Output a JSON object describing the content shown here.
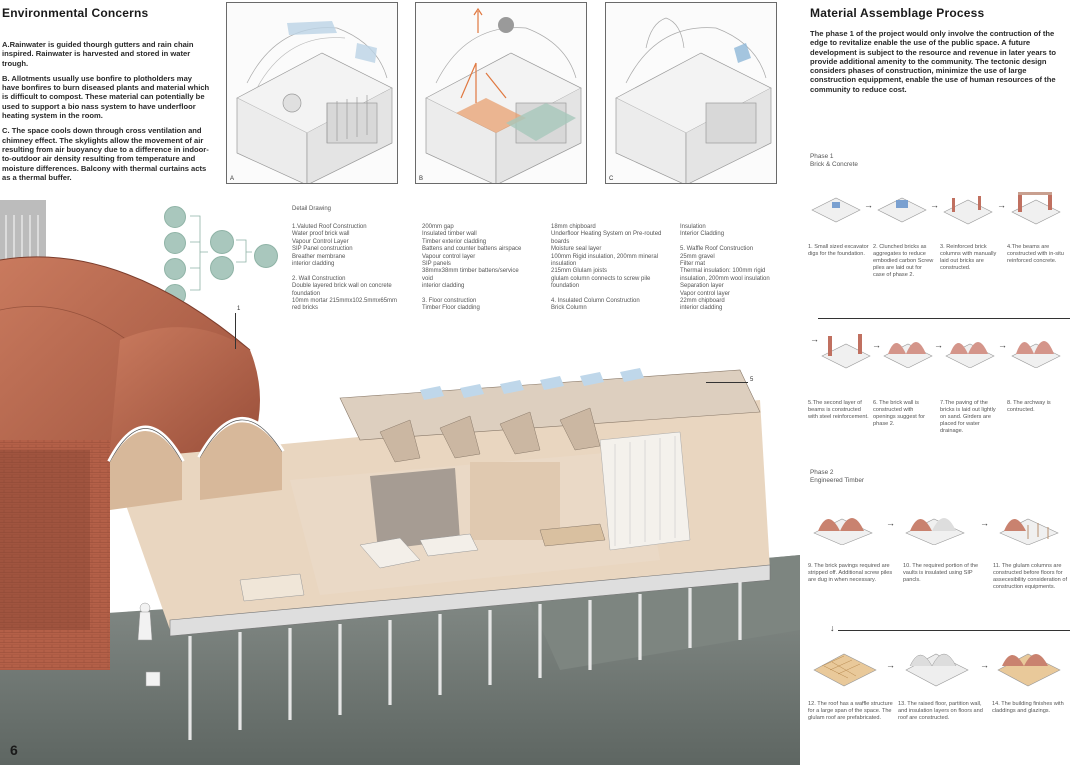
{
  "env": {
    "title": "Environmental Concerns",
    "para_a": "A.Rainwater is guided thourgh gutters and rain chain inspired. Rainwater is harvested and stored in water trough.",
    "para_b": "B. Allotments usually use bonfire to plotholders may have bonfires to burn diseased plants and material which is difficult to compost. These material can potentially be used to support a bio nass system to have underfloor heating system in the room.",
    "para_c": "C. The space cools down through cross ventilation and chimney effect. The skylights allow the movement of air resulting from air buoyancy due to a difference in indoor-to-outdoor air density resulting from temperature and moisture differences. Balcony with thermal curtains acts as a thermal buffer."
  },
  "frames": {
    "a": "A",
    "b": "B",
    "c": "C"
  },
  "material": {
    "title": "Material Assemblage Process",
    "intro": "The phase 1 of the project would only involve the contruction of the edge to revitalize enable the use of the public space. A future development is subject to the resource and revenue in later years to provide additional amenity to the community. The tectonic design considers phases of construction, minimize the use of large construction equippment, enable the use of human resources of the community to reduce cost.",
    "phase1_label": "Phase 1",
    "phase1_sub": "Brick & Concrete",
    "phase2_label": "Phase 2",
    "phase2_sub": "Engineered Timber",
    "steps": [
      "1. Small sized excavator digs for the foundation.",
      "2. Clunched bricks as aggregates to reduce embodied carbon Screw piles are laid out for case of phase 2.",
      "3. Reinforced brick columns with manually laid out bricks are constructed.",
      "4.The beams are constructed with in-situ reinforced concrete.",
      "5.The second layer of beams is constructed with steel reinforcement.",
      "6. The brick wall is constructed with openings suggest for phase 2.",
      "7.The paving of the bricks is laid out lightly on sand. Girders are placed for water drainage.",
      "8. The archway is contructed.",
      "9. The brick pavings required are stripped off. Additional screw piles are dug in when necessary.",
      "10. The required portion of the vaults is insulated using SIP pancls.",
      "11. The glulam columns are constructed before floors for assecesibility consideration of construction equipments.",
      "12. The roof has a waffle structure for a large span of the space. The glulam roof are prefabricated.",
      "13. The raised floor, partition wall, and insulation layers on floors and roof are constructed.",
      "14. The building finishes with claddings and glazings."
    ]
  },
  "detail": {
    "title": "Detail Drawing",
    "col1": [
      "1.Valuted Roof Construction",
      "Water proof brick wall",
      "Vapour Control Layer",
      "SIP Panel construction",
      "Breather membrane",
      "interior cladding",
      "",
      "2. Wall Construction",
      "Double layered brick wall on concrete",
      "foundation",
      "10mm mortar 215mmx102.5mmx65mm",
      "red bricks"
    ],
    "col2": [
      "200mm gap",
      "Insulated timber wall",
      "Timber exterior cladding",
      "Battens and counter battens airspace",
      "Vapour control layer",
      "SIP panels",
      "38mmx38mm timber battens/service",
      "void",
      "interior cladding",
      "",
      "3. Floor construction",
      "Timber Floor cladding"
    ],
    "col3": [
      "18mm chipboard",
      "Underfloor Heating System on Pre-routed",
      "boards",
      "Moisture seal layer",
      "100mm Rigid insulation, 200mm mineral",
      "insulation",
      "215mm Glulam joists",
      "glulam column connects to screw pile",
      "foundation",
      "",
      "4. Insulated Column Construction",
      "Brick Column"
    ],
    "col4": [
      "Insulation",
      "Interior Cladding",
      "",
      "5. Waffle Roof Construction",
      "25mm gravel",
      "Filter mat",
      "Thermal insulation: 100mm rigid",
      "insulation, 200mm wool insulation",
      "Separation layer",
      "Vapor control layer",
      "22mm chipboard",
      "interior cladding"
    ]
  },
  "callouts": {
    "one": "1",
    "five": "5"
  },
  "page_number": "6",
  "colors": {
    "brick": "#b9624a",
    "timber": "#d9c2a7",
    "bubble": "#a9c7bd",
    "ground": "#6b7570"
  }
}
